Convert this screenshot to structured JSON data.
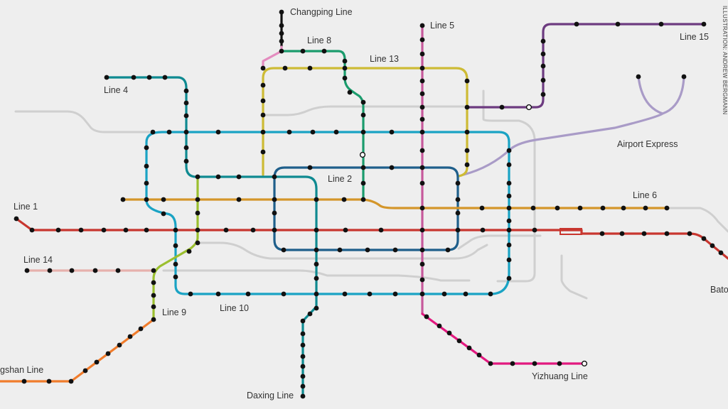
{
  "map": {
    "credit": "ILLUSTRATION: ANDREW BERGMANN",
    "colors": {
      "background": "#eeeeee",
      "gray_line": "#cfcfcf",
      "station": "#111111",
      "line_1": "#c8362f",
      "line_2": "#1f5f8b",
      "line_4": "#0f8a91",
      "line_5": "#c6589b",
      "line_6": "#d4962a",
      "line_8": "#1b9c6d",
      "line_9": "#9bbf2f",
      "line_10": "#1aa3c4",
      "line_13": "#cdbb35",
      "line_14": "#e6b1ad",
      "line_15": "#6d3b80",
      "airport_express": "#a99bc7",
      "changping": "#e48cbf",
      "yizhuang": "#e2197f",
      "fangshan": "#f07c2c",
      "batong": "#c8362f",
      "daxing": "#0f8a91"
    },
    "labels": {
      "changping": "Changping Line",
      "line_8": "Line 8",
      "line_5": "Line 5",
      "line_13": "Line 13",
      "line_15": "Line 15",
      "line_4": "Line 4",
      "airport_express": "Airport Express",
      "line_2": "Line 2",
      "line_6": "Line 6",
      "line_1": "Line 1",
      "line_14": "Line 14",
      "line_9": "Line 9",
      "line_10": "Line 10",
      "fangshan": "gshan Line",
      "yizhuang": "Yizhuang Line",
      "daxing": "Daxing Line",
      "batong": "Bato"
    }
  }
}
